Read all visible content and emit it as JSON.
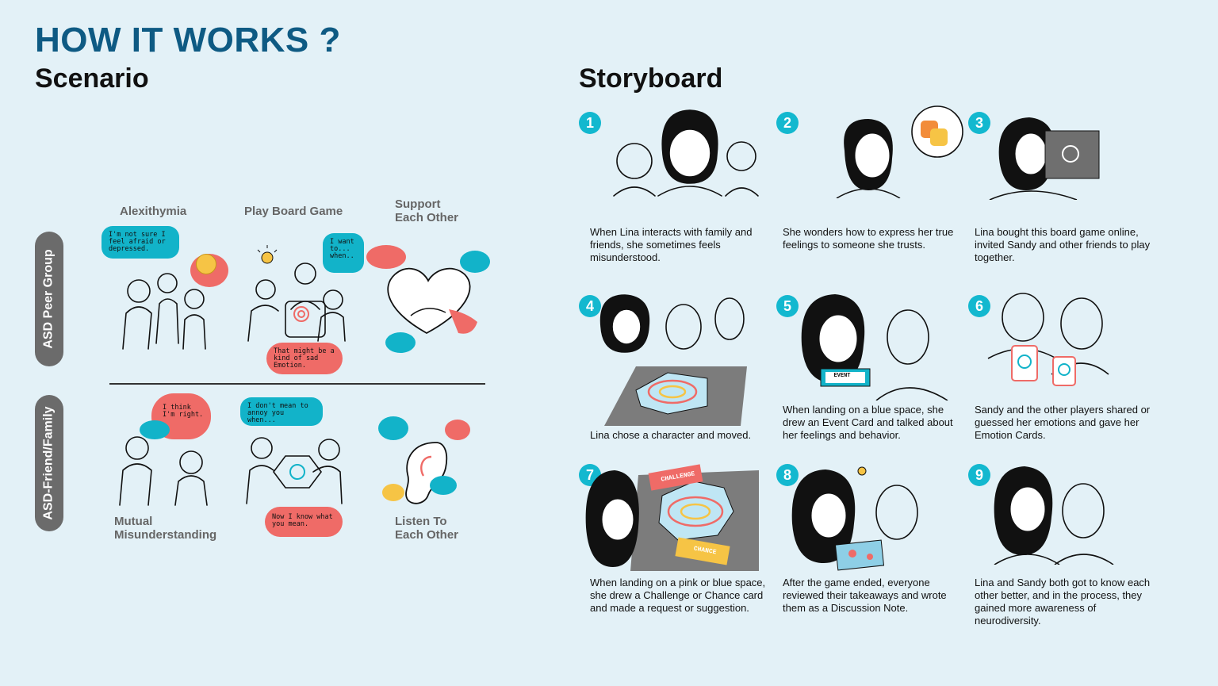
{
  "header": {
    "title": "HOW IT WORKS ?",
    "scenario_title": "Scenario",
    "storyboard_title": "Storyboard"
  },
  "scenario": {
    "columns": {
      "col1": "Alexithymia",
      "col2": "Play Board Game",
      "col3_line1": "Support",
      "col3_line2": "Each Other"
    },
    "rows": {
      "row1": "ASD Peer Group",
      "row2": "ASD-Friend/Family"
    },
    "bottom_labels": {
      "col1_line1": "Mutual",
      "col1_line2": "Misunderstanding",
      "col3_line1": "Listen To",
      "col3_line2": "Each Other"
    },
    "bubbles": {
      "b1": "I'm not sure I feel afraid or depressed.",
      "b2": "I want to... when..",
      "b3": "That might be a kind of sad Emotion.",
      "b4": "I think I'm right.",
      "b5": "I don't mean to annoy you when...",
      "b6": "Now I know what you mean."
    }
  },
  "storyboard": {
    "panels": [
      {
        "num": "1",
        "caption": "When Lina interacts with family and friends, she sometimes feels misunderstood."
      },
      {
        "num": "2",
        "caption": "She wonders how to express her true feelings to someone she trusts."
      },
      {
        "num": "3",
        "caption": "Lina bought this board game online, invited Sandy and other friends to play together."
      },
      {
        "num": "4",
        "caption": "Lina chose a character and moved."
      },
      {
        "num": "5",
        "caption": "When landing on a blue space, she drew an Event Card and talked about her feelings and behavior."
      },
      {
        "num": "6",
        "caption": "Sandy and the other players shared or guessed her emotions and gave her Emotion Cards."
      },
      {
        "num": "7",
        "caption": "When landing on a pink or blue space, she drew a Challenge or Chance card and made a request or suggestion."
      },
      {
        "num": "8",
        "caption": "After the game ended, everyone reviewed their takeaways and wrote them as a Discussion Note."
      },
      {
        "num": "9",
        "caption": "Lina and Sandy both got to know each other better, and in the process, they gained more awareness of neurodiversity."
      }
    ],
    "card_labels": {
      "event": "EVENT",
      "challenge": "CHALLENGE",
      "chance": "CHANCE"
    }
  },
  "colors": {
    "background": "#e3f1f7",
    "title": "#0e5a83",
    "teal": "#12b3c9",
    "coral": "#ef6b67",
    "number_badge": "#13b8cf"
  }
}
